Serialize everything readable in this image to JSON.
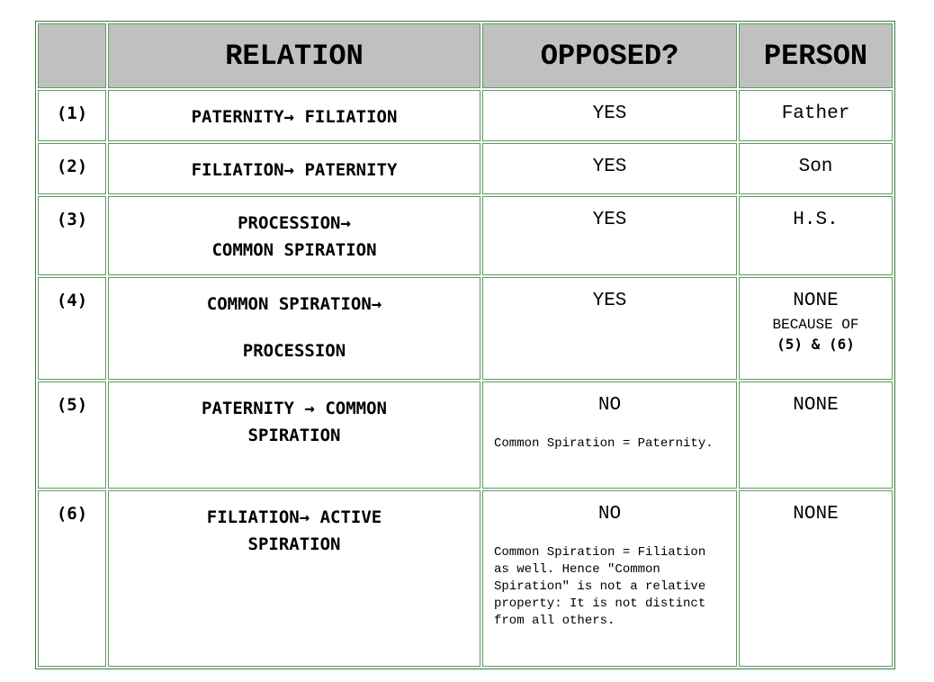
{
  "headers": [
    "",
    "RELATION",
    "OPPOSED?",
    "PERSON"
  ],
  "rows": [
    {
      "num": "(1)",
      "rel_line1": "PATERNITY→ FILIATION",
      "opposed": "YES",
      "person": "Father"
    },
    {
      "num": "(2)",
      "rel_line1": "FILIATION→ PATERNITY",
      "opposed": "YES",
      "person": "Son"
    },
    {
      "num": "(3)",
      "rel_line1": "PROCESSION→",
      "rel_line2": "COMMON SPIRATION",
      "opposed": "YES",
      "person": "H.S."
    },
    {
      "num": "(4)",
      "rel_line1": "COMMON SPIRATION→",
      "rel_line2": "PROCESSION",
      "opposed": "YES",
      "person": "NONE",
      "person_sub1": "BECAUSE OF",
      "person_sub2": "(5) & (6)"
    },
    {
      "num": "(5)",
      "rel_line1": "PATERNITY → COMMON",
      "rel_line2": "SPIRATION",
      "opposed": "NO",
      "note": "Common Spiration = Paternity.",
      "person": "NONE"
    },
    {
      "num": "(6)",
      "rel_line1": "FILIATION→ ACTIVE",
      "rel_line2": "SPIRATION",
      "opposed": "NO",
      "note": "Common Spiration = Filiation as well. Hence \"Common Spiration\" is not a relative property: It is not distinct from all others.",
      "person": "NONE"
    }
  ]
}
